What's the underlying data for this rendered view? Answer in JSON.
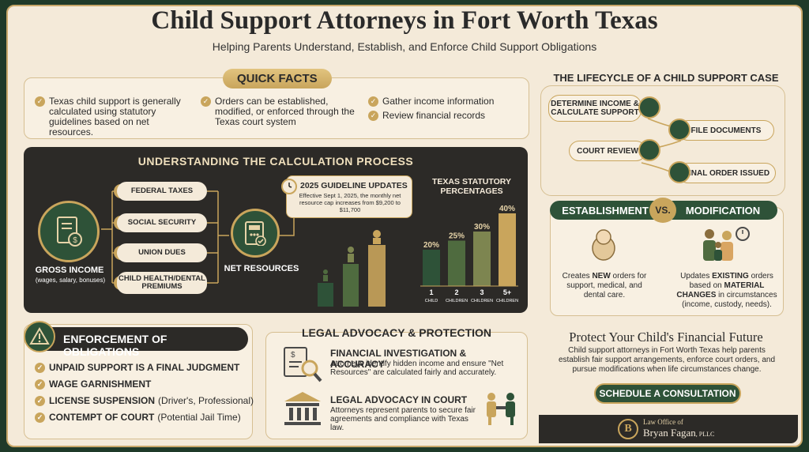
{
  "header": {
    "title": "Child Support Attorneys in Fort Worth Texas",
    "subtitle": "Helping Parents Understand, Establish, and Enforce Child Support Obligations"
  },
  "quick_facts": {
    "label": "QUICK FACTS",
    "items": [
      "Texas child support is generally calculated using statutory guidelines based on net resources.",
      "Orders can be established, modified, or enforced through the Texas court system",
      "Gather income information",
      "Review financial records"
    ]
  },
  "calculation": {
    "title": "UNDERSTANDING THE CALCULATION PROCESS",
    "gross_label": "GROSS INCOME",
    "gross_sub": "(wages, salary, bonuses)",
    "deductions": [
      "FEDERAL TAXES",
      "SOCIAL SECURITY",
      "UNION DUES",
      "CHILD HEALTH/DENTAL PREMIUMS"
    ],
    "net_label": "NET RESOURCES",
    "update_title": "2025 GUIDELINE UPDATES",
    "update_text": "Effective Sept 1, 2025, the monthly net resource cap increases from $9,200 to $11,700",
    "stat_title": "TEXAS STATUTORY PERCENTAGES"
  },
  "chart_data": {
    "type": "bar",
    "title": "TEXAS STATUTORY PERCENTAGES",
    "categories": [
      "1 CHILD",
      "2 CHILDREN",
      "3 CHILDREN",
      "5+ CHILDREN"
    ],
    "cat_num": [
      "1",
      "2",
      "3",
      "5+"
    ],
    "cat_word": [
      "CHILD",
      "CHILDREN",
      "CHILDREN",
      "CHILDREN"
    ],
    "values": [
      20,
      25,
      30,
      40
    ],
    "labels": [
      "20%",
      "25%",
      "30%",
      "40%"
    ],
    "ylim": [
      0,
      40
    ],
    "colors": [
      "#2e5238",
      "#4f6b3f",
      "#7d8550",
      "#c9a55c"
    ]
  },
  "enforcement": {
    "title": "ENFORCEMENT OF OBLIGATIONS",
    "items": [
      {
        "bold": "UNPAID SUPPORT IS A FINAL JUDGMENT",
        "normal": ""
      },
      {
        "bold": "WAGE GARNISHMENT",
        "normal": ""
      },
      {
        "bold": "LICENSE SUSPENSION",
        "normal": "(Driver's, Professional)"
      },
      {
        "bold": "CONTEMPT OF COURT",
        "normal": "(Potential Jail Time)"
      }
    ]
  },
  "advocacy": {
    "title": "LEGAL ADVOCACY & PROTECTION",
    "items": [
      {
        "title": "FINANCIAL INVESTIGATION & ACCURACY",
        "text": "Attorneys identify hidden income and ensure \"Net Resources\" are calculated fairly and accurately."
      },
      {
        "title": "LEGAL ADVOCACY IN COURT",
        "text": "Attorneys represent parents to secure fair agreements and compliance with Texas law."
      }
    ]
  },
  "lifecycle": {
    "title": "THE LIFECYCLE OF A CHILD SUPPORT CASE",
    "steps": [
      "DETERMINE INCOME & CALCULATE SUPPORT",
      "FILE DOCUMENTS",
      "COURT REVIEW",
      "FINAL ORDER ISSUED"
    ]
  },
  "versus": {
    "left": "ESTABLISHMENT",
    "vs": "VS.",
    "right": "MODIFICATION",
    "left_pre": "Creates ",
    "left_bold": "NEW",
    "left_post": " orders for support, medical, and dental care.",
    "right_pre": "Updates ",
    "right_bold": "EXISTING",
    "right_mid": " orders based on ",
    "right_bold2": "MATERIAL CHANGES",
    "right_post": " in circumstances (income, custody, needs)."
  },
  "protect": {
    "title": "Protect Your Child's Financial Future",
    "text": "Child support attorneys in Fort Worth Texas help parents establish fair support arrangements, enforce court orders, and pursue modifications when life circumstances change.",
    "cta": "SCHEDULE A CONSULTATION"
  },
  "footer": {
    "line1": "Law Office of",
    "line2": "Bryan Fagan",
    "suffix": ", PLLC",
    "logo_letter": "B"
  }
}
